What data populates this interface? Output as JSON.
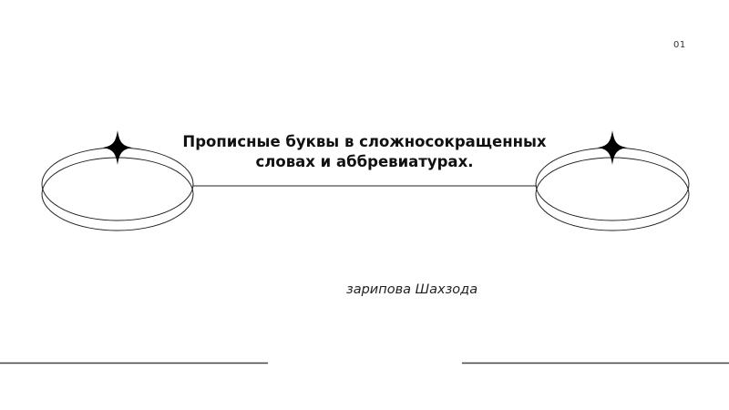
{
  "slide": {
    "page_number": "01",
    "title_line1": "Прописные буквы в сложносокращенных",
    "title_line2": "словах и аббревиатурах.",
    "author": "зарипова Шахзода"
  },
  "colors": {
    "background": "#ffffff",
    "line": "#222222",
    "text": "#111111"
  }
}
